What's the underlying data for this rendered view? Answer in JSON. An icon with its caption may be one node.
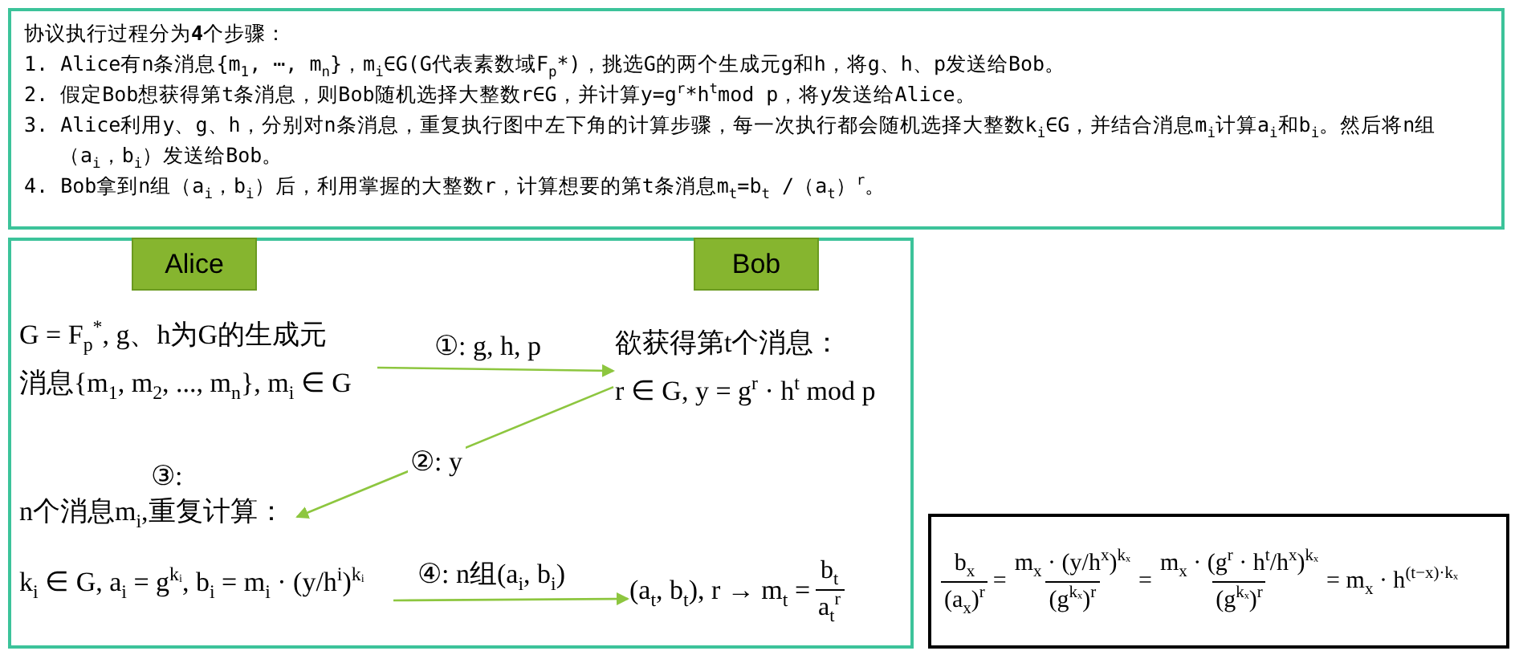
{
  "diagram": {
    "nodes": [
      {
        "text": [
          "协议执行过程分为**4**个步骤：",
          "1. Alice有n条消息{m$_{1}$, ⋯, m$_{n}$}，m$_{i}$∈G(G代表素数域F$_{p}$*)，挑选G的两个生成元g和h，将g、h、p发送给Bob。",
          "2. 假定Bob想获得第t条消息，则Bob随机选择大整数r∈G，并计算y=g$^{r}$*h$^{t}$mod p，将y发送给Alice。",
          "3. Alice利用y、g、h，分别对n条消息，重复执行图中左下角的计算步骤，每一次执行都会随机选择大整数k$_{i}$∈G，并结合消息m$_{i}$计算a$_{i}$和b$_{i}$。然后将n组（a$_{i}$，b$_{i}$）发送给Bob。",
          "4. Bob拿到n组（a$_{i}$，b$_{i}$）后，利用掌握的大整数r，计算想要的第t条消息m$_{t}$=b$_{t}$ /（a$_{t}$）$^{r}$。"
        ]
      },
      {
        "text": [],
        "shape": "box"
      },
      {
        "text": [
          "Alice"
        ],
        "in": 1
      },
      {
        "text": [
          "Bob"
        ],
        "in": 1
      },
      {
        "text": [
          "G = F$_{p}$$^{*}$, g、h为G的生成元",
          "消息{m$_{1}$, m$_{2}$, ..., m$_{n}$}, m$_{i}$ ∈ G"
        ],
        "in": 1
      },
      {
        "text": [
          "欲获得第t个消息：",
          "r ∈ G, y = g$^{r}$ · h$^{t}$ mod p"
        ],
        "in": 1
      },
      {
        "text": [
          "③:",
          "n个消息m$_{i}$,重复计算："
        ],
        "in": 1
      },
      {
        "text": [
          "k$_{i}$ ∈ G, a$_{i}$ = g$^{kᵢ}$, b$_{i}$ = m$_{i}$ · (y/h$^{i}$)$^{kᵢ}$"
        ],
        "in": 1
      },
      {
        "text": [
          "(a$_{t}$, b$_{t}$), r → m$_{t}$ =",
          "b$_{t}$",
          "a$_{t}$$^{r}$"
        ],
        "in": 1
      },
      {
        "text": [
          "b$_{x}$",
          "(a$_{x}$)$^{r}$",
          "=",
          "m$_{x}$ · (y/h$^{x}$)$^{kₓ}$",
          "(g$^{kₓ}$)$^{r}$",
          "=",
          "m$_{x}$ · (g$^{r}$ · h$^{t}$/h$^{x}$)$^{kₓ}$",
          "(g$^{kₓ}$)$^{r}$",
          "= m$_{x}$ · h$^{(t−x)·kₓ}$"
        ]
      }
    ],
    "edges": [
      {
        "from": 4,
        "to": 5,
        "arrow": "to",
        "label": "①: g, h, p"
      },
      {
        "from": 5,
        "to": 6,
        "arrow": "to",
        "label": "②: y"
      },
      {
        "from": 7,
        "to": 8,
        "arrow": "to",
        "label": "④: n组(a$_{i}$, b$_{i}$)"
      }
    ]
  }
}
